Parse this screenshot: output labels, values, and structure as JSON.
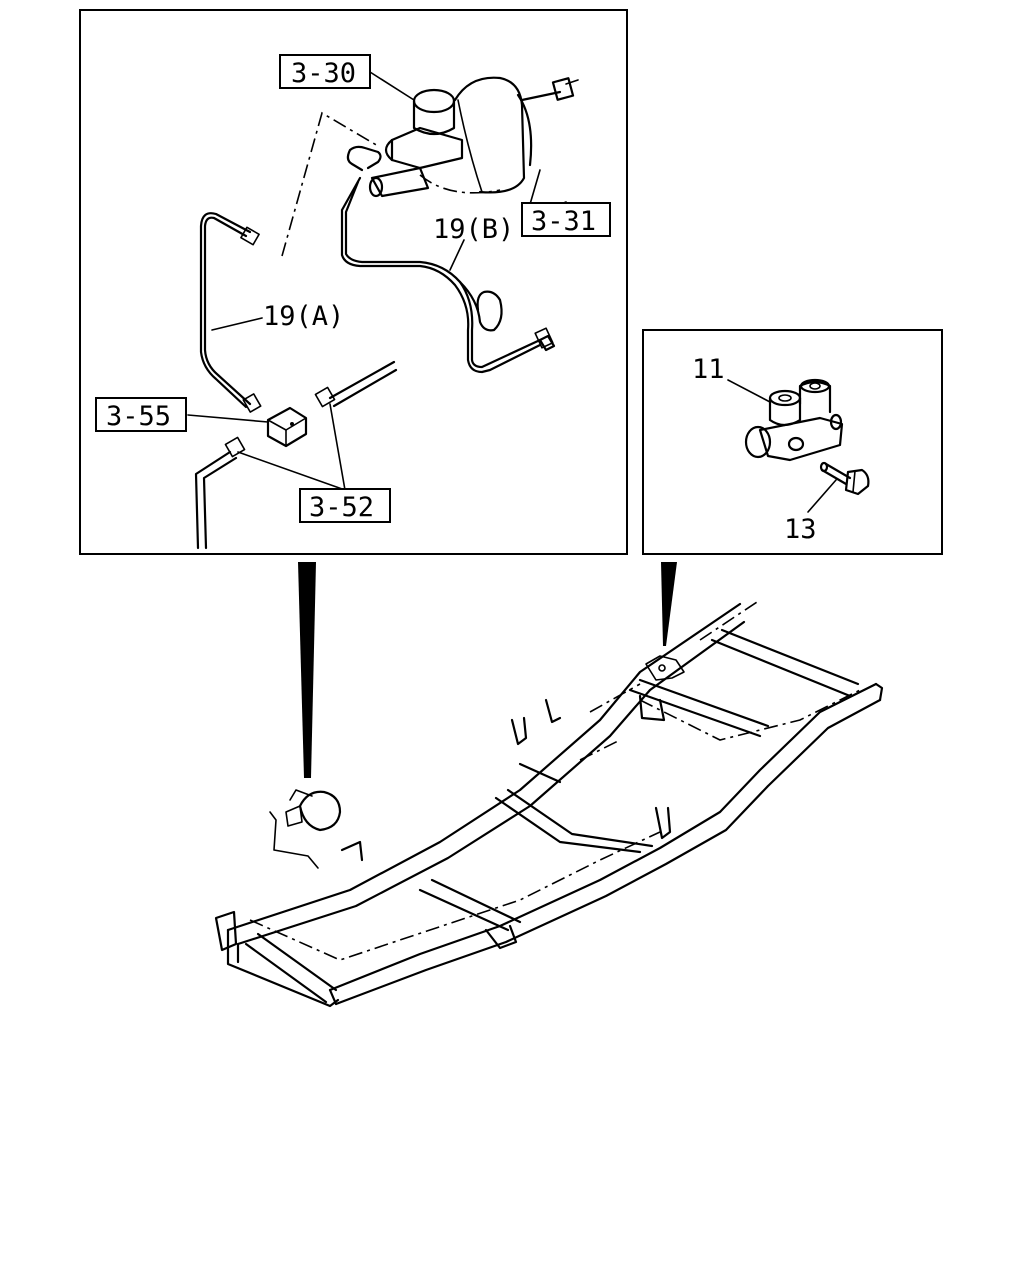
{
  "callouts": {
    "ref_3_30": "3-30",
    "ref_3_31": "3-31",
    "ref_3_55": "3-55",
    "ref_3_52": "3-52",
    "part_19a": "19(A)",
    "part_19b": "19(B)",
    "part_11": "11",
    "part_13": "13"
  }
}
